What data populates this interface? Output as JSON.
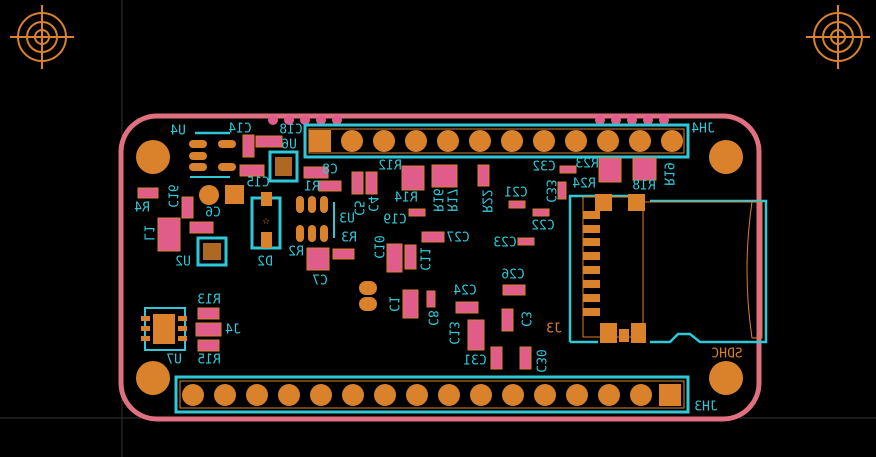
{
  "colors": {
    "board_outline": "#e07080",
    "copper": "#d9822b",
    "silkscreen": "#2ec8d8",
    "smd_pad": "#e05c8a",
    "background": "#000000"
  },
  "labels": {
    "U4": "U4",
    "C14": "C14",
    "C18": "C18",
    "U6": "U6",
    "C15": "C15",
    "C8": "C8",
    "R1": "R1",
    "R12": "R12",
    "C16": "C16",
    "R4": "R4",
    "C6": "C6",
    "L1": "L1",
    "U2": "U2",
    "D2": "D2",
    "U3": "U3",
    "R3": "R3",
    "R2": "R2",
    "C7": "C7",
    "C5": "C5",
    "C4": "C4",
    "R14": "R14",
    "C19": "C19",
    "R16": "R16",
    "R17": "R17",
    "C10": "C10",
    "C11": "C11",
    "C27": "C27",
    "R22": "R22",
    "C21": "C21",
    "C32": "C32",
    "C33": "C33",
    "C22": "C22",
    "C23": "C23",
    "R23": "R23",
    "R24": "R24",
    "R19": "R19",
    "R18": "R18",
    "JH4": "JH4",
    "C26": "C26",
    "C24": "C24",
    "C9": "C8",
    "C3": "C3",
    "J3": "J3",
    "C13": "C13",
    "C1": "C1",
    "C31": "C31",
    "C30": "C30",
    "SDHC": "SDHC",
    "JH3": "JH3",
    "R13": "R13",
    "J4": "J4",
    "R15": "R15",
    "U7": "U7"
  }
}
